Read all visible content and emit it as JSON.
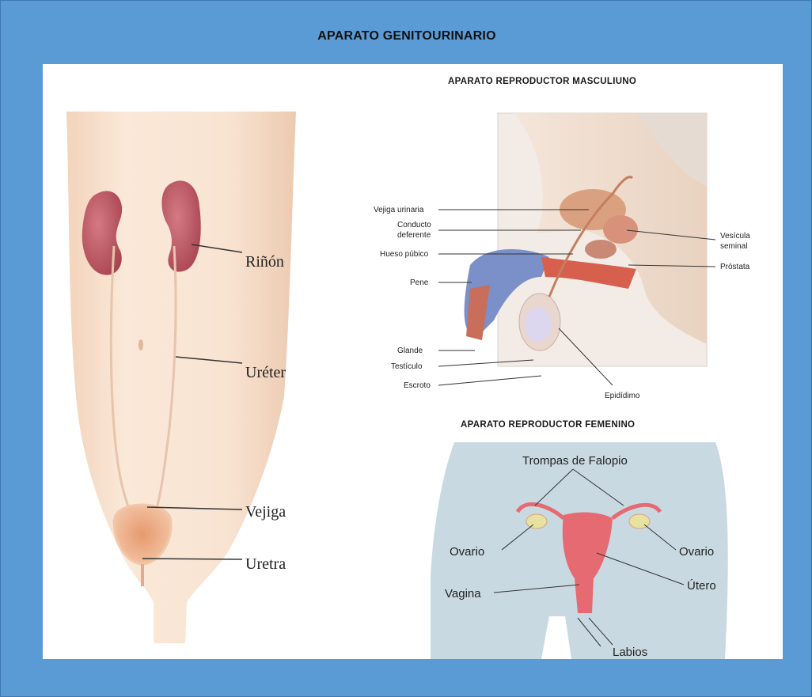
{
  "title": "APARATO GENITOURINARIO",
  "urinary": {
    "labels": {
      "kidney": "Riñón",
      "ureter": "Uréter",
      "bladder": "Vejiga",
      "urethra": "Uretra"
    }
  },
  "male": {
    "title": "APARATO REPRODUCTOR MASCULIUNO",
    "labels": {
      "bladder": "Vejiga urinaria",
      "vas_deferens_1": "Conducto",
      "vas_deferens_2": "deferente",
      "pubic_bone": "Hueso púbico",
      "penis": "Pene",
      "glans": "Glande",
      "testicle": "Testículo",
      "scrotum": "Escroto",
      "epididymis": "Epidídimo",
      "seminal_1": "Vesícula",
      "seminal_2": "seminal",
      "prostate": "Próstata"
    }
  },
  "female": {
    "title": "APARATO REPRODUCTOR FEMENINO",
    "labels": {
      "tubes": "Trompas de Falopio",
      "ovary_left": "Ovario",
      "ovary_right": "Ovario",
      "vagina": "Vagina",
      "uterus": "Útero",
      "labia": "Labios"
    }
  },
  "colors": {
    "frame": "#5b9bd5",
    "skin": "#f6dcc6",
    "kidney": "#b85a63",
    "female_bg": "#c9d9e2"
  }
}
